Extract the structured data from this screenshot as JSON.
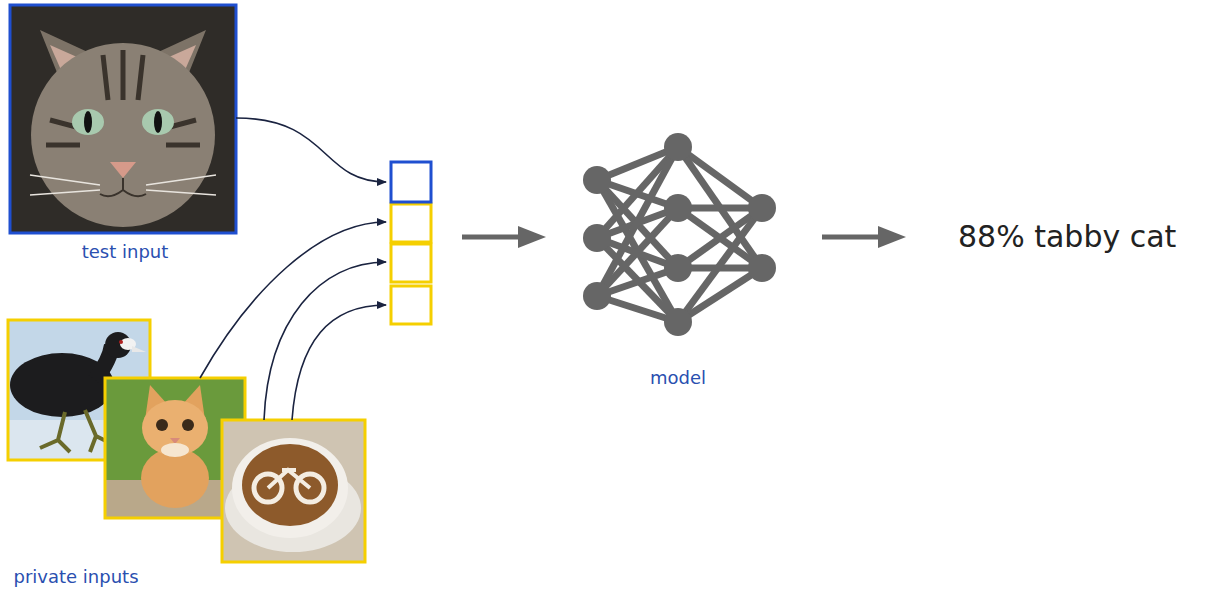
{
  "diagram": {
    "nodes": [
      {
        "text": [
          "test input"
        ]
      },
      {
        "text": [
          "private inputs"
        ]
      },
      {
        "text": [
          "model"
        ]
      }
    ],
    "labels": [
      "88% tabby cat"
    ]
  }
}
